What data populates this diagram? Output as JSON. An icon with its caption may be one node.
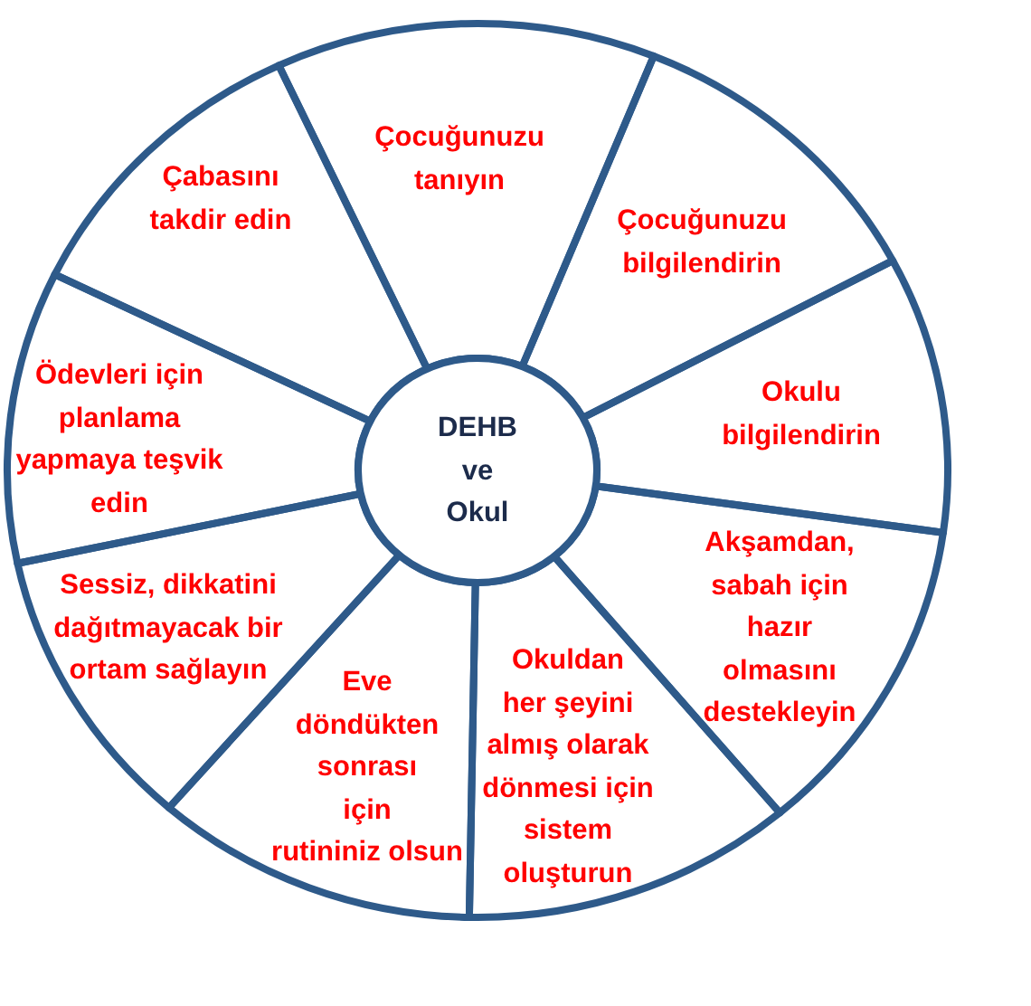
{
  "diagram": {
    "nodes": [
      {
        "text": [
          "DEHB ve Okul"
        ]
      },
      {
        "text": [
          "Çocuğunuzu tanıyın"
        ]
      },
      {
        "text": [
          "Çocuğunuzu bilgilendirin"
        ]
      },
      {
        "text": [
          "Okulu bilgilendirin"
        ]
      },
      {
        "text": [
          "Akşamdan, sabah için hazır olmasını destekleyin"
        ]
      },
      {
        "text": [
          "Okuldan her şeyini almış olarak dönmesi için sistem oluşturun"
        ]
      },
      {
        "text": [
          "Eve döndükten sonrası için rutininiz olsun"
        ]
      },
      {
        "text": [
          "Sessiz, dikkatini dağıtmayacak bir ortam sağlayın"
        ]
      },
      {
        "text": [
          "Ödevleri için planlama yapmaya teşvik edin"
        ]
      },
      {
        "text": [
          "Çabasını takdir edin"
        ]
      }
    ]
  }
}
